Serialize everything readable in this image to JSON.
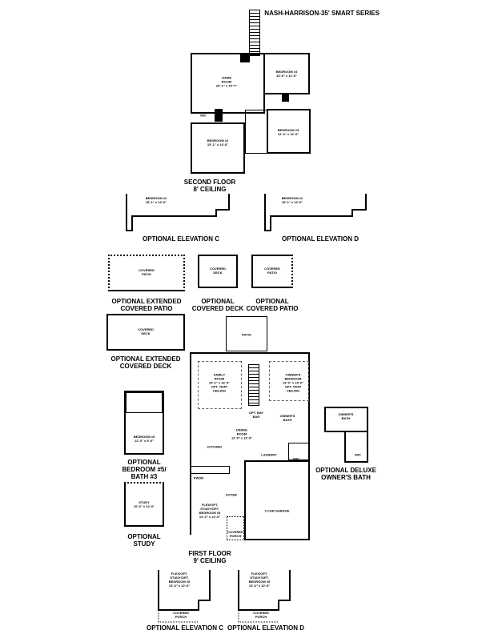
{
  "title": "NASH-HARRISON-35' SMART SERIES",
  "second_floor": {
    "caption": "SECOND FLOOR\n8' CEILING",
    "game_room": "GAME\nROOM\n20'-1\" x 15'-7\"",
    "bedroom4": "BEDROOM #4\n13'-0\" x 11'-6\"",
    "bedroom3": "BEDROOM #3\n12'-0\" x 12'-0\"",
    "bedroom2": "BEDROOM #2\n15'-1\" x 14'-0\"",
    "wic": "WIC"
  },
  "elevation_c_upper": {
    "room": "BEDROOM #2\n15'-1\" x 14'-0\"",
    "caption": "OPTIONAL ELEVATION C"
  },
  "elevation_d_upper": {
    "room": "BEDROOM #2\n15'-1\" x 14'-0\"",
    "caption": "OPTIONAL ELEVATION D"
  },
  "ext_covered_patio": {
    "room": "COVERED\nPATIO",
    "caption": "OPTIONAL EXTENDED\nCOVERED PATIO"
  },
  "covered_deck": {
    "room": "COVERED\nDECK",
    "caption": "OPTIONAL\nCOVERED DECK"
  },
  "covered_patio": {
    "room": "COVERED\nPATIO",
    "caption": "OPTIONAL\nCOVERED PATIO"
  },
  "ext_covered_deck": {
    "room": "COVERED\nDECK",
    "caption": "OPTIONAL EXTENDED\nCOVERED DECK"
  },
  "first_floor": {
    "caption": "FIRST FLOOR\n9' CEILING",
    "patio": "PATIO",
    "family_room": "FAMILY\nROOM\n15'-2\" x 16'-0\"\nOPT. TRAY\nCEILING",
    "owners_bedroom": "OWNER'S\nBEDROOM\n13'-0\" x 15'-0\"\nOPT. TRAY\nCEILING",
    "opt_bay": "OPT. BAY\nBAR",
    "owners_bath": "OWNER'S\nBATH",
    "dining": "DINING\nROOM\n11'-9\" x 13'-0\"",
    "kitchen": "KITCHEN",
    "laundry": "LAUNDRY",
    "wic": "WIC",
    "pwdr": "PWDR",
    "foyer": "FOYER",
    "flex": "FLEX/OPT.\nSTUDY/OPT.\nBEDROOM #5\n13'-0\" x 12'-0\"",
    "garage": "2-CAR GARAGE",
    "porch": "COVERED\nPORCH"
  },
  "opt_bedroom5": {
    "room": "BEDROOM #5\n12'-0\" x 9'-0\"",
    "caption": "OPTIONAL\nBEDROOM #5/\nBATH #3"
  },
  "opt_study": {
    "room": "STUDY\n10'-0\" x 12'-0\"",
    "caption": "OPTIONAL\nSTUDY"
  },
  "deluxe_bath": {
    "room": "OWNER'S\nBATH",
    "wic": "WIC",
    "caption": "OPTIONAL DELUXE\nOWNER'S BATH"
  },
  "elevation_c_lower": {
    "room": "FLEX/OPT.\nSTUDY/OPT.\nBEDROOM #5\n13'-0\" x 12'-0\"",
    "porch": "COVERED\nPORCH",
    "caption": "OPTIONAL ELEVATION C"
  },
  "elevation_d_lower": {
    "room": "FLEX/OPT.\nSTUDY/OPT.\nBEDROOM #5\n13'-0\" x 12'-0\"",
    "porch": "COVERED\nPORCH",
    "caption": "OPTIONAL ELEVATION D"
  }
}
